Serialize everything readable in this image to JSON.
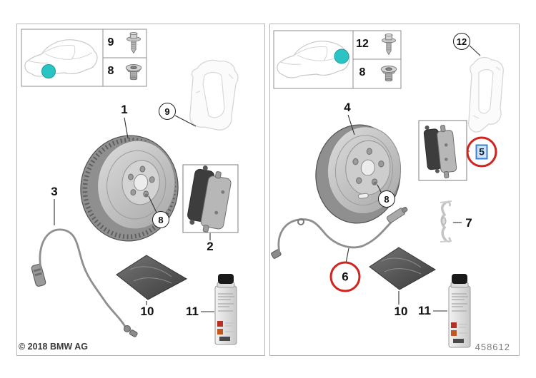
{
  "copyright": "© 2018 BMW AG",
  "sheet_number": "458612",
  "colors": {
    "highlight_teal": "#2bc4c4",
    "annotation_red": "#d02420",
    "selection_blue": "#3b7fd4"
  },
  "left_panel": {
    "car_inset_icon": "car-front-axle-highlight",
    "fastener_table": [
      {
        "label": "9",
        "icon": "hex-flange-bolt-icon"
      },
      {
        "label": "8",
        "icon": "countersunk-bolt-icon"
      }
    ],
    "callouts": {
      "brake_disc": "1",
      "brake_pads": "2",
      "wear_sensor": "3",
      "hub_bolt": "8",
      "caliper_carrier": "9",
      "lubricant_pack": "10",
      "spray_can": "11"
    }
  },
  "right_panel": {
    "car_inset_icon": "car-rear-axle-highlight",
    "fastener_table": [
      {
        "label": "12",
        "icon": "hex-flange-bolt-icon"
      },
      {
        "label": "8",
        "icon": "countersunk-bolt-icon"
      }
    ],
    "callouts": {
      "brake_disc": "4",
      "brake_pads": "5",
      "wear_sensor": "6",
      "retaining_spring": "7",
      "hub_bolt": "8",
      "caliper_carrier": "12",
      "lubricant_pack": "10",
      "spray_can": "11"
    }
  }
}
